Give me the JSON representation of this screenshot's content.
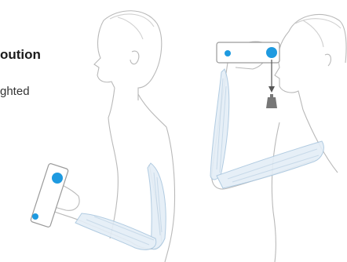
{
  "text": {
    "heading": "oution",
    "subtext": "ghted"
  },
  "colors": {
    "accent_dot": "#1e9ae0",
    "muscle": "#a9c6de",
    "outline": "#b5b5b5",
    "text": "#1a1a1a"
  },
  "figures": {
    "left": {
      "description_icon": "person-holding-device-low",
      "device": "handheld-device"
    },
    "right": {
      "description_icon": "person-holding-device-at-eye-level",
      "device": "binocular-device",
      "weight": "weight-icon"
    }
  }
}
